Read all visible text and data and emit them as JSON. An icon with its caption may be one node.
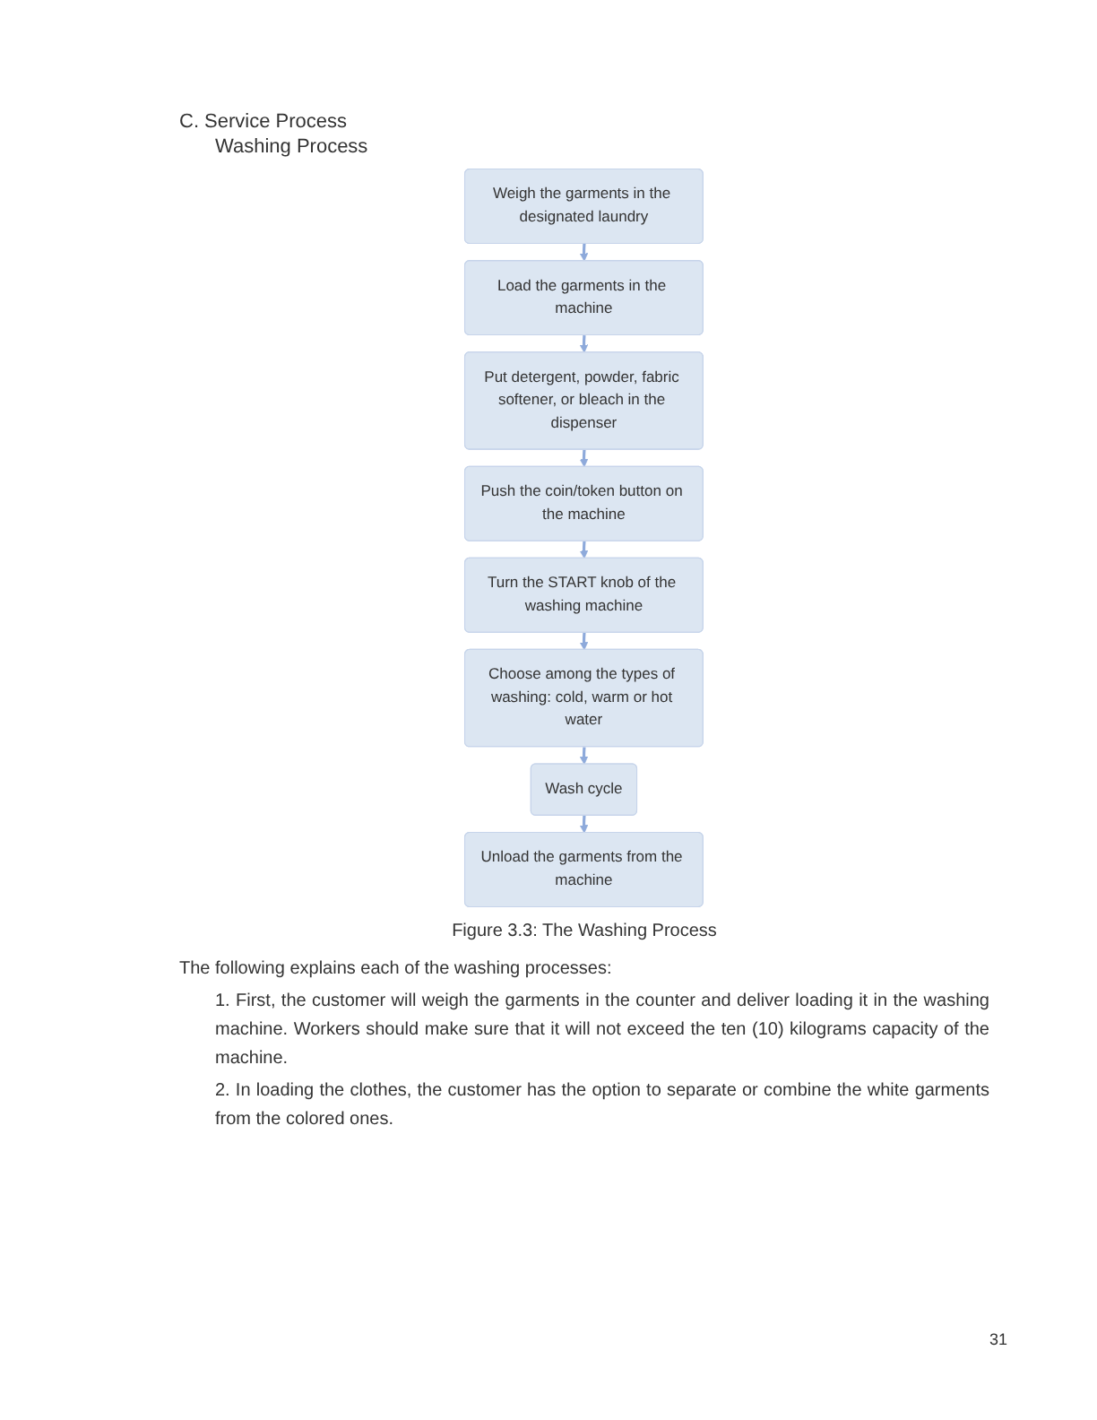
{
  "diagram": {
    "caption": "Figure 3.3: The Washing Process",
    "nodes": [
      {
        "text": [
          "Weigh the garments in the designated laundry"
        ]
      },
      {
        "text": [
          "Load the garments in the machine"
        ]
      },
      {
        "text": [
          "Put detergent, powder, fabric softener, or bleach in the dispenser"
        ]
      },
      {
        "text": [
          "Push the coin/token button on the machine"
        ]
      },
      {
        "text": [
          "Turn the START knob of the washing machine"
        ]
      },
      {
        "text": [
          "Choose among the types of washing: cold, warm or hot water"
        ]
      },
      {
        "text": [
          "Wash cycle"
        ]
      },
      {
        "text": [
          "Unload the garments from the machine"
        ]
      }
    ],
    "edges": [
      {
        "from": 0,
        "to": 1,
        "arrow": "to"
      },
      {
        "from": 1,
        "to": 2,
        "arrow": "to"
      },
      {
        "from": 2,
        "to": 3,
        "arrow": "to"
      },
      {
        "from": 3,
        "to": 4,
        "arrow": "to"
      },
      {
        "from": 4,
        "to": 5,
        "arrow": "to"
      },
      {
        "from": 5,
        "to": 6,
        "arrow": "to"
      },
      {
        "from": 6,
        "to": 7,
        "arrow": "to"
      }
    ],
    "labels": [
      "C. Service Process",
      "Washing Process",
      "The following explains each of the washing processes:",
      "1. First, the customer will weigh the garments in the counter and deliver loading it in the washing machine. Workers should make sure that it will not exceed the ten (10) kilograms capacity of the machine.",
      "2. In loading the clothes, the customer has the option to separate or combine the white garments from the colored ones.",
      "31"
    ]
  }
}
